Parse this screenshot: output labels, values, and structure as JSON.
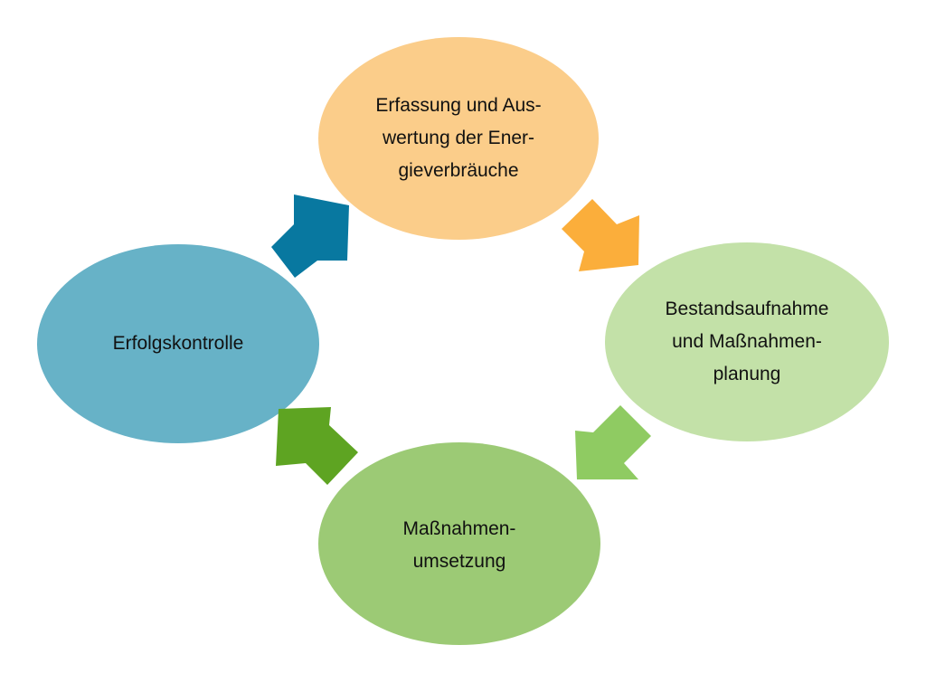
{
  "cycle": {
    "nodes": [
      {
        "lines": [
          "Erfassung und Aus-",
          "wertung der Ener-",
          "gieverbräuche"
        ],
        "color": "#FBCD8A"
      },
      {
        "lines": [
          "Bestandsaufnahme",
          "und Maßnahmen-",
          "planung"
        ],
        "color": "#C3E1A8"
      },
      {
        "lines": [
          "Maßnahmen-",
          "umsetzung"
        ],
        "color": "#9CCA75"
      },
      {
        "lines": [
          "Erfolgskontrolle"
        ],
        "color": "#67B2C7"
      }
    ],
    "arrows": [
      {
        "from": "Erfolgskontrolle",
        "to": "Erfassung und Auswertung der Energieverbräuche",
        "color": "#0878A0"
      },
      {
        "from": "Erfassung und Auswertung der Energieverbräuche",
        "to": "Bestandsaufnahme und Maßnahmenplanung",
        "color": "#FBAE3B"
      },
      {
        "from": "Bestandsaufnahme und Maßnahmenplanung",
        "to": "Maßnahmenumsetzung",
        "color": "#8FCB62"
      },
      {
        "from": "Maßnahmenumsetzung",
        "to": "Erfolgskontrolle",
        "color": "#5EA422"
      }
    ]
  }
}
